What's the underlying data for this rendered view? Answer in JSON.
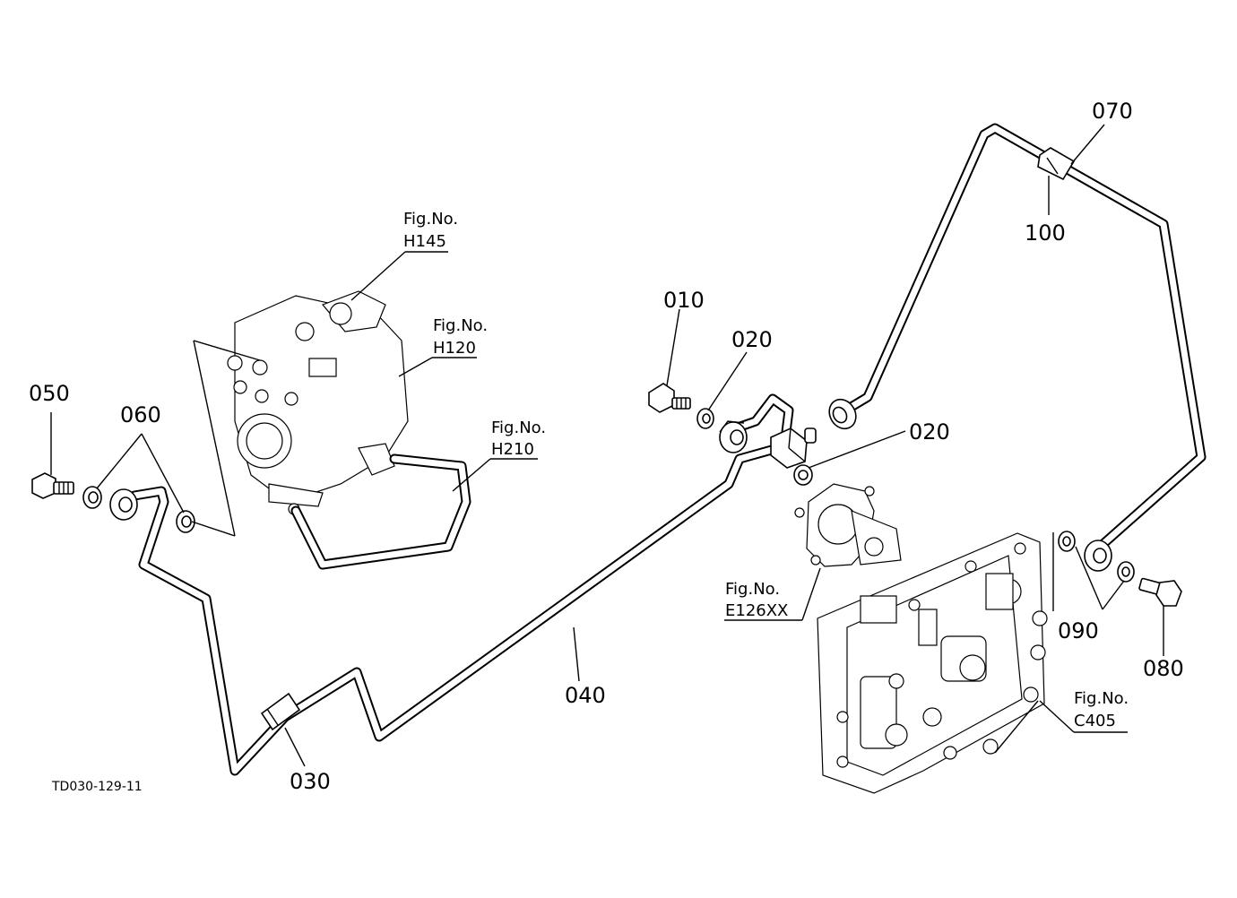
{
  "diagram_code": "TD030-129-11",
  "callouts": {
    "p010": "010",
    "p020a": "020",
    "p020b": "020",
    "p030": "030",
    "p040": "040",
    "p050": "050",
    "p060": "060",
    "p070": "070",
    "p080": "080",
    "p090": "090",
    "p100": "100"
  },
  "figure_refs": {
    "h145": {
      "prefix": "Fig.No.",
      "number": "H145"
    },
    "h120": {
      "prefix": "Fig.No.",
      "number": "H120"
    },
    "h210": {
      "prefix": "Fig.No.",
      "number": "H210"
    },
    "e126": {
      "prefix": "Fig.No.",
      "number": "E126XX"
    },
    "c405": {
      "prefix": "Fig.No.",
      "number": "C405"
    }
  }
}
